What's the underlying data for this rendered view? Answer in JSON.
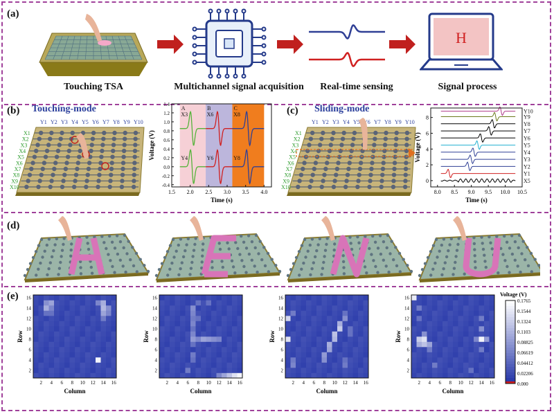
{
  "panels": {
    "a": {
      "label": "(a)",
      "steps": [
        "Touching TSA",
        "Multichannel signal acquisition",
        "Real-time sensing",
        "Signal process"
      ],
      "laptop_letter": "H"
    },
    "b": {
      "label": "(b)",
      "title": "Touching-mode"
    },
    "c": {
      "label": "(c)",
      "title": "Sliding-mode"
    },
    "d": {
      "label": "(d)",
      "letters": [
        "H",
        "E",
        "N",
        "U"
      ]
    },
    "e": {
      "label": "(e)"
    }
  },
  "grid_labels": {
    "x": [
      "X1",
      "X2",
      "X3",
      "X4",
      "X5",
      "X6",
      "X7",
      "X8",
      "X9",
      "X10"
    ],
    "y": [
      "Y1",
      "Y2",
      "Y3",
      "Y4",
      "Y5",
      "Y6",
      "Y7",
      "Y8",
      "Y9",
      "Y10"
    ]
  },
  "chart_data": [
    {
      "type": "line",
      "id": "touching-signal",
      "xlabel": "Time (s)",
      "ylabel": "Voltage (V)",
      "xlim": [
        1.5,
        4.2
      ],
      "ylim": [
        -0.45,
        1.4
      ],
      "xticks": [
        1.5,
        2.0,
        2.5,
        3.0,
        3.5,
        4.0
      ],
      "yticks": [
        -0.4,
        -0.2,
        0.0,
        0.2,
        0.4,
        0.6,
        0.8,
        1.0,
        1.2,
        1.4
      ],
      "regions": [
        {
          "label": "A",
          "x0": 1.72,
          "x1": 2.42,
          "color": "#f6d0d6"
        },
        {
          "label": "B",
          "x0": 2.42,
          "x1": 3.14,
          "color": "#bcb6dc"
        },
        {
          "label": "C",
          "x0": 3.14,
          "x1": 4.0,
          "color": "#f07d1e"
        }
      ],
      "channel_labels": [
        {
          "text": "X3",
          "x": 1.75,
          "y": 1.12
        },
        {
          "text": "Y4",
          "x": 1.75,
          "y": 0.15
        },
        {
          "text": "X6",
          "x": 2.45,
          "y": 1.12
        },
        {
          "text": "Y6",
          "x": 2.45,
          "y": 0.15
        },
        {
          "text": "X8",
          "x": 3.17,
          "y": 1.12
        },
        {
          "text": "Y8",
          "x": 3.17,
          "y": 0.15
        }
      ],
      "series": [
        {
          "region": "A",
          "baseline": 0.85,
          "center": 2.05,
          "color": "#55b33a"
        },
        {
          "region": "A",
          "baseline": 0.0,
          "center": 2.05,
          "color": "#55b33a"
        },
        {
          "region": "B",
          "baseline": 0.85,
          "center": 2.78,
          "color": "#d02020"
        },
        {
          "region": "B",
          "baseline": 0.0,
          "center": 2.78,
          "color": "#d02020"
        },
        {
          "region": "C",
          "baseline": 0.85,
          "center": 3.57,
          "color": "#2f3f95"
        },
        {
          "region": "C",
          "baseline": 0.0,
          "center": 3.57,
          "color": "#2f3f95"
        }
      ]
    },
    {
      "type": "line",
      "id": "sliding-signal",
      "xlabel": "Time (s)",
      "ylabel": "Voltage (V)",
      "xlim": [
        7.8,
        10.5
      ],
      "ylim": [
        -0.8,
        9.2
      ],
      "xticks": [
        8.0,
        8.5,
        9.0,
        9.5,
        10.0,
        10.5
      ],
      "yticks": [
        0,
        2,
        4,
        6,
        8
      ],
      "series": [
        {
          "name": "X5",
          "baseline": 0.0,
          "color": "#000000"
        },
        {
          "name": "Y1",
          "baseline": 0.9,
          "center": 8.35,
          "color": "#d02020"
        },
        {
          "name": "Y2",
          "baseline": 1.8,
          "center": 8.92,
          "color": "#2f3f95"
        },
        {
          "name": "Y3",
          "baseline": 2.7,
          "center": 9.0,
          "color": "#2f3f95"
        },
        {
          "name": "Y4",
          "baseline": 3.6,
          "center": 9.08,
          "color": "#2f3f95"
        },
        {
          "name": "Y5",
          "baseline": 4.5,
          "center": 9.2,
          "color": "#20b0d0"
        },
        {
          "name": "Y6",
          "baseline": 5.4,
          "center": 9.3,
          "color": "#000000"
        },
        {
          "name": "Y7",
          "baseline": 6.3,
          "center": 9.55,
          "color": "#000000"
        },
        {
          "name": "Y8",
          "baseline": 7.2,
          "center": 9.65,
          "color": "#000000"
        },
        {
          "name": "Y9",
          "baseline": 8.1,
          "center": 9.72,
          "color": "#6b7a1c"
        },
        {
          "name": "Y10",
          "baseline": 8.8,
          "center": 9.88,
          "color": "#b03a8a"
        }
      ]
    },
    {
      "type": "heatmap",
      "id": "heatmap-H",
      "xlabel": "Column",
      "ylabel": "Row",
      "xticks": [
        2,
        4,
        6,
        8,
        10,
        12,
        14,
        16
      ],
      "yticks": [
        2,
        4,
        6,
        8,
        10,
        12,
        14,
        16
      ],
      "hot_cells": [
        [
          3,
          14,
          0.6
        ],
        [
          3,
          15,
          0.45
        ],
        [
          4,
          15,
          0.55
        ],
        [
          4,
          14,
          0.4
        ],
        [
          4,
          13,
          0.3
        ],
        [
          14,
          14,
          0.65
        ],
        [
          14,
          15,
          0.6
        ],
        [
          14,
          13,
          0.55
        ],
        [
          15,
          14,
          0.45
        ],
        [
          15,
          13,
          0.4
        ],
        [
          13,
          15,
          0.4
        ],
        [
          13,
          4,
          0.95
        ],
        [
          14,
          12,
          0.35
        ],
        [
          3,
          13,
          0.3
        ]
      ]
    },
    {
      "type": "heatmap",
      "id": "heatmap-E",
      "xlabel": "Column",
      "ylabel": "Row",
      "xticks": [
        2,
        4,
        6,
        8,
        10,
        12,
        14,
        16
      ],
      "yticks": [
        2,
        4,
        6,
        8,
        10,
        12,
        14,
        16
      ],
      "hot_cells": [
        [
          7,
          14,
          0.45
        ],
        [
          7,
          13,
          0.4
        ],
        [
          7,
          12,
          0.35
        ],
        [
          7,
          11,
          0.4
        ],
        [
          7,
          10,
          0.3
        ],
        [
          7,
          9,
          0.4
        ],
        [
          7,
          8,
          0.5
        ],
        [
          7,
          7,
          0.3
        ],
        [
          7,
          5,
          0.35
        ],
        [
          7,
          4,
          0.3
        ],
        [
          8,
          15,
          0.3
        ],
        [
          8,
          8,
          0.4
        ],
        [
          9,
          8,
          0.55
        ],
        [
          10,
          8,
          0.5
        ],
        [
          11,
          8,
          0.45
        ],
        [
          12,
          8,
          0.4
        ],
        [
          13,
          1,
          0.55
        ],
        [
          14,
          1,
          0.7
        ],
        [
          15,
          1,
          0.85
        ],
        [
          16,
          1,
          0.95
        ],
        [
          12,
          1,
          0.4
        ],
        [
          8,
          12,
          0.3
        ],
        [
          10,
          15,
          0.3
        ],
        [
          6,
          2,
          0.35
        ]
      ]
    },
    {
      "type": "heatmap",
      "id": "heatmap-N",
      "xlabel": "Column",
      "ylabel": "Row",
      "xticks": [
        2,
        4,
        6,
        8,
        10,
        12,
        14,
        16
      ],
      "yticks": [
        2,
        4,
        6,
        8,
        10,
        12,
        14,
        16
      ],
      "hot_cells": [
        [
          1,
          12,
          0.8
        ],
        [
          1,
          8,
          0.85
        ],
        [
          2,
          13,
          0.35
        ],
        [
          2,
          4,
          0.35
        ],
        [
          2,
          3,
          0.4
        ],
        [
          8,
          4,
          0.45
        ],
        [
          8,
          5,
          0.5
        ],
        [
          9,
          6,
          0.55
        ],
        [
          9,
          7,
          0.6
        ],
        [
          10,
          8,
          0.65
        ],
        [
          10,
          9,
          0.7
        ],
        [
          11,
          10,
          0.75
        ],
        [
          11,
          11,
          0.6
        ],
        [
          12,
          12,
          0.45
        ],
        [
          12,
          13,
          0.3
        ],
        [
          12,
          3,
          0.35
        ],
        [
          12,
          4,
          0.3
        ],
        [
          13,
          10,
          0.3
        ],
        [
          13,
          9,
          0.3
        ]
      ]
    },
    {
      "type": "heatmap",
      "id": "heatmap-U",
      "xlabel": "Column",
      "ylabel": "Row",
      "xticks": [
        2,
        4,
        6,
        8,
        10,
        12,
        14,
        16
      ],
      "yticks": [
        2,
        4,
        6,
        8,
        10,
        12,
        14,
        16
      ],
      "hot_cells": [
        [
          1,
          16,
          0.9
        ],
        [
          2,
          8,
          0.75
        ],
        [
          3,
          8,
          0.85
        ],
        [
          2,
          7,
          0.6
        ],
        [
          3,
          7,
          0.7
        ],
        [
          4,
          7,
          0.55
        ],
        [
          3,
          9,
          0.45
        ],
        [
          4,
          6,
          0.35
        ],
        [
          2,
          14,
          0.35
        ],
        [
          2,
          12,
          0.3
        ],
        [
          13,
          8,
          0.4
        ],
        [
          14,
          8,
          0.95
        ],
        [
          14,
          10,
          0.45
        ],
        [
          14,
          12,
          0.35
        ],
        [
          15,
          8,
          0.5
        ],
        [
          14,
          6,
          0.35
        ],
        [
          5,
          3,
          0.35
        ],
        [
          12,
          2,
          0.3
        ]
      ]
    },
    {
      "type": "colorbar",
      "id": "voltage-colorbar",
      "title": "Voltage (V)",
      "ticks": [
        "0.1765",
        "0.1544",
        "0.1324",
        "0.1103",
        "0.08825",
        "0.06619",
        "0.04412",
        "0.02206",
        "0.000"
      ],
      "color_low": "#2435a8",
      "color_high": "#ffffff",
      "color_zero": "#d01a1a"
    }
  ]
}
